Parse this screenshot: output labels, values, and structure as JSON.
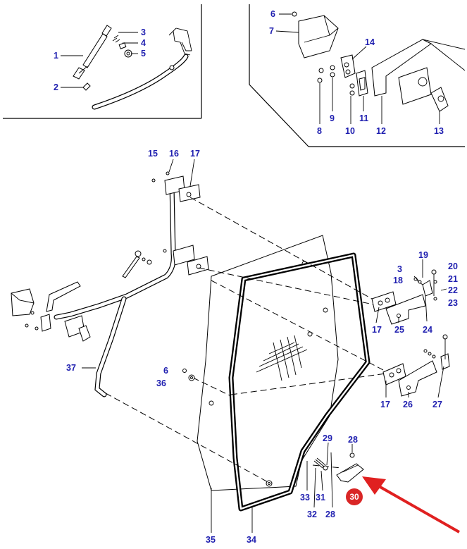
{
  "labels": {
    "l1": "1",
    "l2": "2",
    "l3a": "3",
    "l4": "4",
    "l5": "5",
    "l6a": "6",
    "l7": "7",
    "l8": "8",
    "l9": "9",
    "l10": "10",
    "l11": "11",
    "l12": "12",
    "l13": "13",
    "l14": "14",
    "l15": "15",
    "l16": "16",
    "l17a": "17",
    "l17b": "17",
    "l17c": "17",
    "l18": "18",
    "l19": "19",
    "l3b": "3",
    "l20": "20",
    "l21": "21",
    "l22": "22",
    "l23": "23",
    "l24": "24",
    "l25": "25",
    "l26": "26",
    "l27": "27",
    "l6b": "6",
    "l36": "36",
    "l37": "37",
    "l28a": "28",
    "l28b": "28",
    "l29": "29",
    "l30": "30",
    "l31": "31",
    "l32": "32",
    "l33": "33",
    "l34": "34",
    "l35": "35"
  },
  "highlight": {
    "part_number": "30",
    "marker_color": "#d92626",
    "arrow_color": "#e02020"
  },
  "colors": {
    "label_text": "#2020b0",
    "line": "#000000"
  }
}
